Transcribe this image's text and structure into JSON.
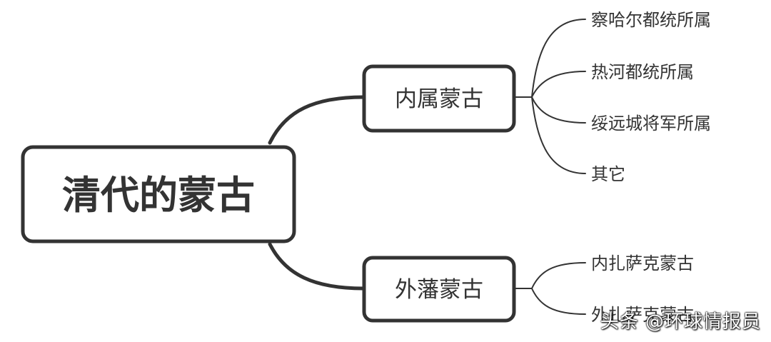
{
  "root": {
    "label": "清代的蒙古"
  },
  "branches": [
    {
      "label": "内属蒙古",
      "children": [
        "察哈尔都统所属",
        "热河都统所属",
        "绥远城将军所属",
        "其它"
      ]
    },
    {
      "label": "外藩蒙古",
      "children": [
        "内扎萨克蒙古",
        "外扎萨克蒙古"
      ]
    }
  ],
  "watermark": "头条 @环球情报员",
  "colors": {
    "line": "#333333",
    "text": "#333333",
    "background": "#ffffff"
  }
}
